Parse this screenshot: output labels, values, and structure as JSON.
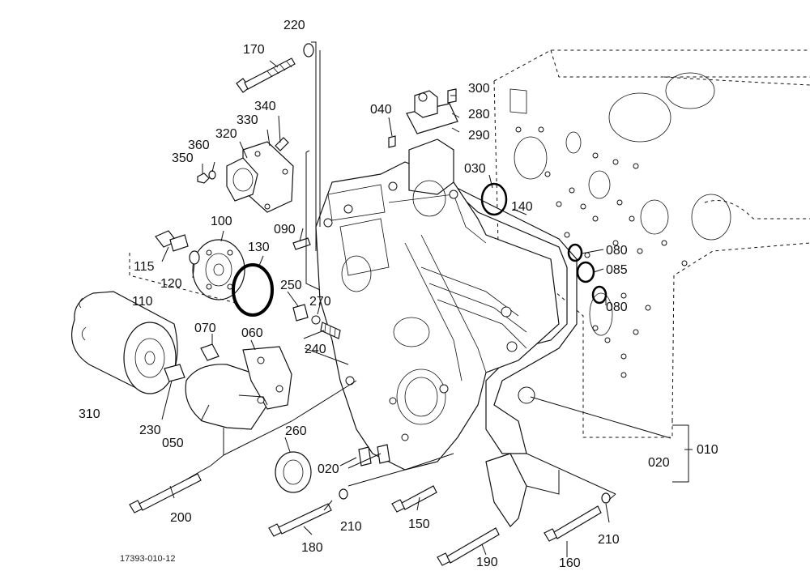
{
  "diagram": {
    "drawing_code": "17393-010-12",
    "callouts": [
      "220",
      "170",
      "300",
      "280",
      "290",
      "040",
      "030",
      "340",
      "330",
      "320",
      "360",
      "350",
      "140",
      "100",
      "090",
      "130",
      "080",
      "085",
      "080",
      "115",
      "120",
      "110",
      "250",
      "270",
      "070",
      "060",
      "240",
      "310",
      "230",
      "050",
      "260",
      "020",
      "010",
      "020",
      "200",
      "210",
      "150",
      "180",
      "210",
      "190",
      "160"
    ]
  }
}
